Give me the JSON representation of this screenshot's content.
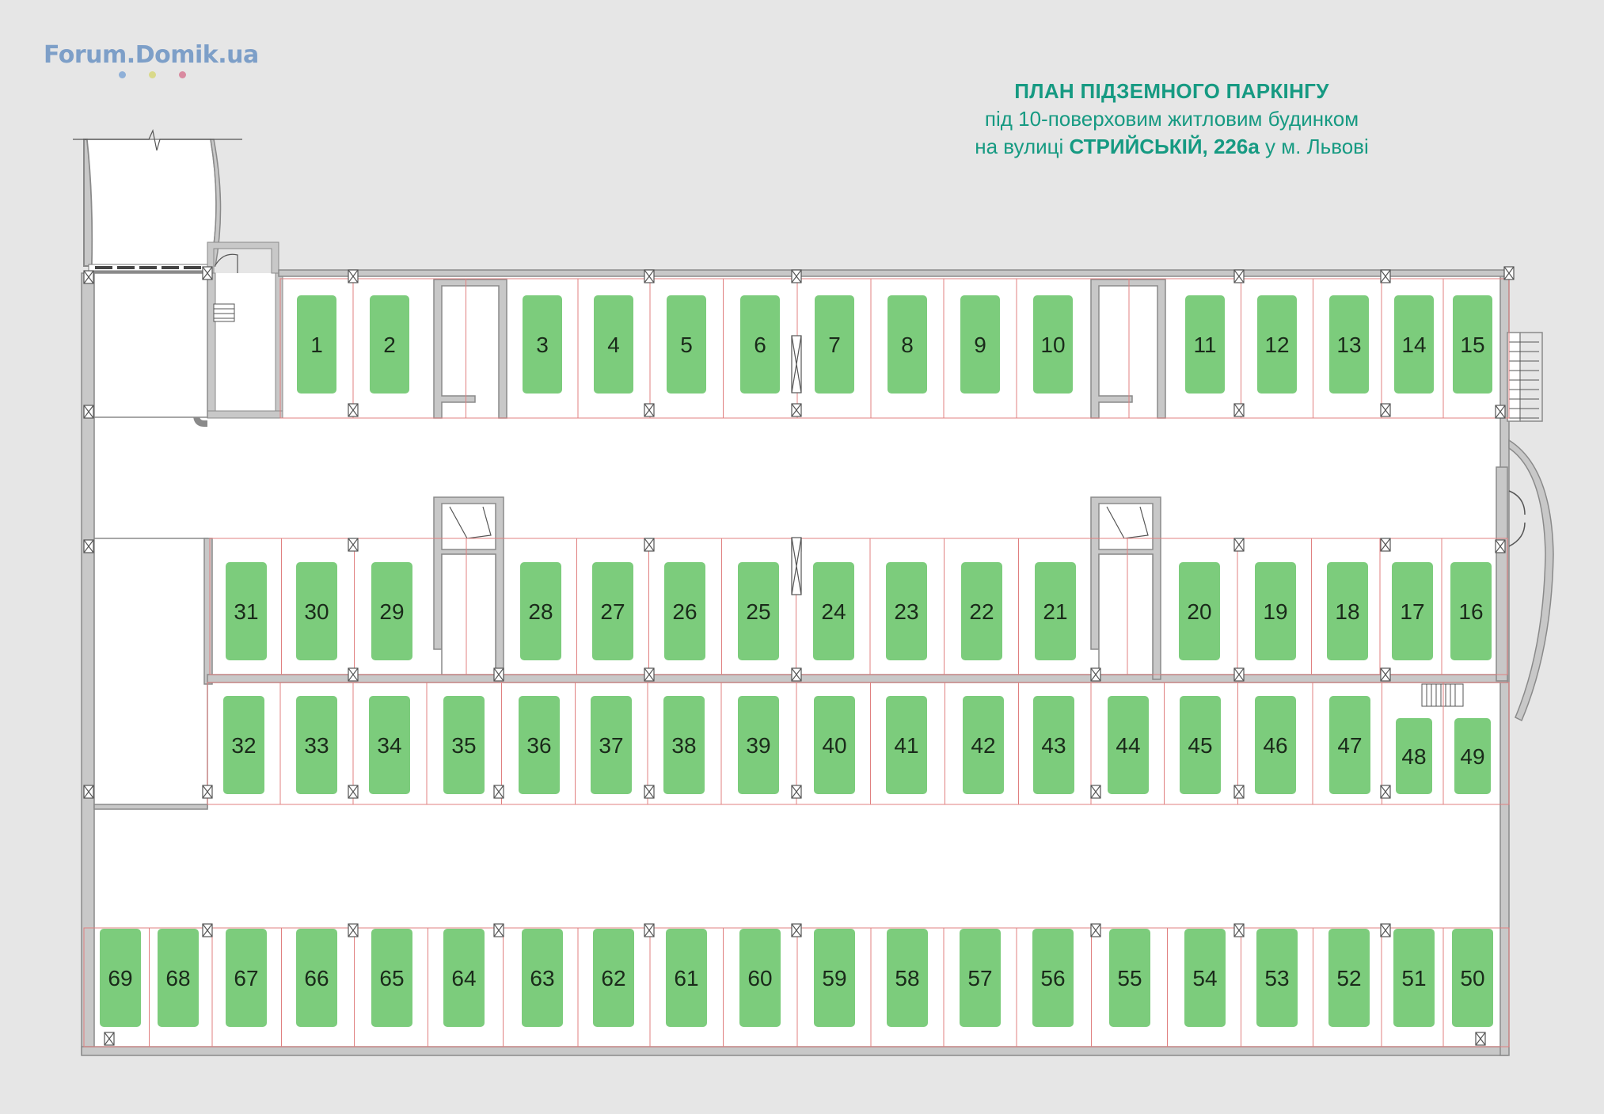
{
  "site": {
    "logo_text": "Forum.Domik.ua",
    "logo_dot_colors": [
      "#8fb0d8",
      "#d9d98a",
      "#d98aa0"
    ]
  },
  "title": {
    "line1": "ПЛАН ПІДЗЕМНОГО ПАРКІНГУ",
    "line2": "під 10-поверховим житловим будинком",
    "line3_pre": "на вулиці ",
    "line3_bold": "СТРИЙСЬКІЙ, 226а",
    "line3_post": " у м. Львові"
  },
  "colors": {
    "background": "#e6e6e6",
    "floor": "#ffffff",
    "wall": "#8a8a8a",
    "wall_fill": "#c8c8c8",
    "space_fill": "#7ccc7c",
    "space_grid": "#e08080",
    "title": "#169a82"
  },
  "parking": {
    "rows": [
      {
        "name": "top-row",
        "spaces": [
          "1",
          "2",
          "3",
          "4",
          "5",
          "6",
          "7",
          "8",
          "9",
          "10",
          "11",
          "12",
          "13",
          "14",
          "15"
        ]
      },
      {
        "name": "upper-middle-row",
        "spaces": [
          "31",
          "30",
          "29",
          "28",
          "27",
          "26",
          "25",
          "24",
          "23",
          "22",
          "21",
          "20",
          "19",
          "18",
          "17",
          "16"
        ]
      },
      {
        "name": "lower-middle-row",
        "spaces": [
          "32",
          "33",
          "34",
          "35",
          "36",
          "37",
          "38",
          "39",
          "40",
          "41",
          "42",
          "43",
          "44",
          "45",
          "46",
          "47",
          "48",
          "49"
        ]
      },
      {
        "name": "bottom-row",
        "spaces": [
          "69",
          "68",
          "67",
          "66",
          "65",
          "64",
          "63",
          "62",
          "61",
          "60",
          "59",
          "58",
          "57",
          "56",
          "55",
          "54",
          "53",
          "52",
          "51",
          "50"
        ]
      }
    ]
  }
}
